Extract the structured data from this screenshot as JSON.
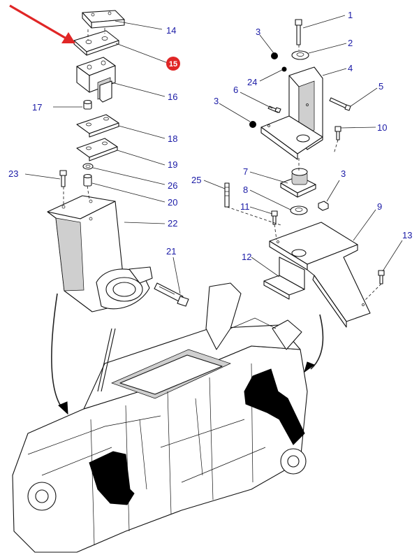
{
  "diagram": {
    "highlight": {
      "number": "15",
      "color": "#e02626",
      "arrow_color": "#e02626"
    },
    "label_color": "#1a1aa6",
    "callouts": [
      {
        "id": "1",
        "text": "1"
      },
      {
        "id": "2",
        "text": "2"
      },
      {
        "id": "3a",
        "text": "3"
      },
      {
        "id": "3b",
        "text": "3"
      },
      {
        "id": "3c",
        "text": "3"
      },
      {
        "id": "4",
        "text": "4"
      },
      {
        "id": "5",
        "text": "5"
      },
      {
        "id": "6",
        "text": "6"
      },
      {
        "id": "7",
        "text": "7"
      },
      {
        "id": "8",
        "text": "8"
      },
      {
        "id": "9",
        "text": "9"
      },
      {
        "id": "10",
        "text": "10"
      },
      {
        "id": "11",
        "text": "11"
      },
      {
        "id": "12",
        "text": "12"
      },
      {
        "id": "13",
        "text": "13"
      },
      {
        "id": "14",
        "text": "14"
      },
      {
        "id": "15",
        "text": "15"
      },
      {
        "id": "16",
        "text": "16"
      },
      {
        "id": "17",
        "text": "17"
      },
      {
        "id": "18",
        "text": "18"
      },
      {
        "id": "19",
        "text": "19"
      },
      {
        "id": "20",
        "text": "20"
      },
      {
        "id": "21",
        "text": "21"
      },
      {
        "id": "22",
        "text": "22"
      },
      {
        "id": "23",
        "text": "23"
      },
      {
        "id": "24",
        "text": "24"
      },
      {
        "id": "25",
        "text": "25"
      },
      {
        "id": "26",
        "text": "26"
      }
    ]
  }
}
